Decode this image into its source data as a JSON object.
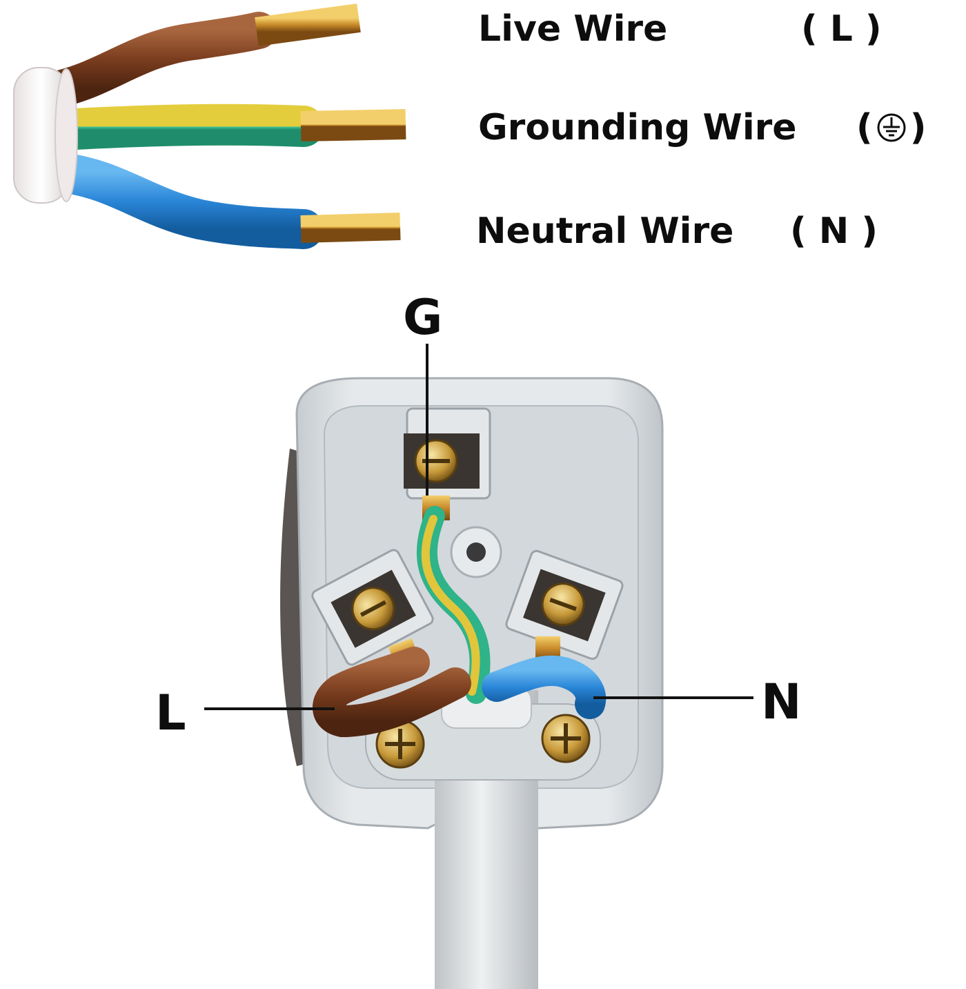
{
  "legend": [
    {
      "name": "Live Wire",
      "symbol": "L",
      "color": "#7a3d1e"
    },
    {
      "name": "Grounding Wire",
      "symbol": "earth-icon",
      "color": "#3fbf8a"
    },
    {
      "name": "Neutral Wire",
      "symbol": "N",
      "color": "#2a7fd4"
    }
  ],
  "callouts": {
    "ground": "G",
    "live": "L",
    "neutral": "N"
  },
  "colors": {
    "live_insulation": "#7a3d1e",
    "earth_green": "#3fc79a",
    "earth_yellow": "#e7c93a",
    "neutral_insulation": "#2a86d8",
    "copper": "#c8912f",
    "plug_body": "#dfe3e6",
    "sheath": "#f1eeee",
    "leader_line": "#111111"
  }
}
